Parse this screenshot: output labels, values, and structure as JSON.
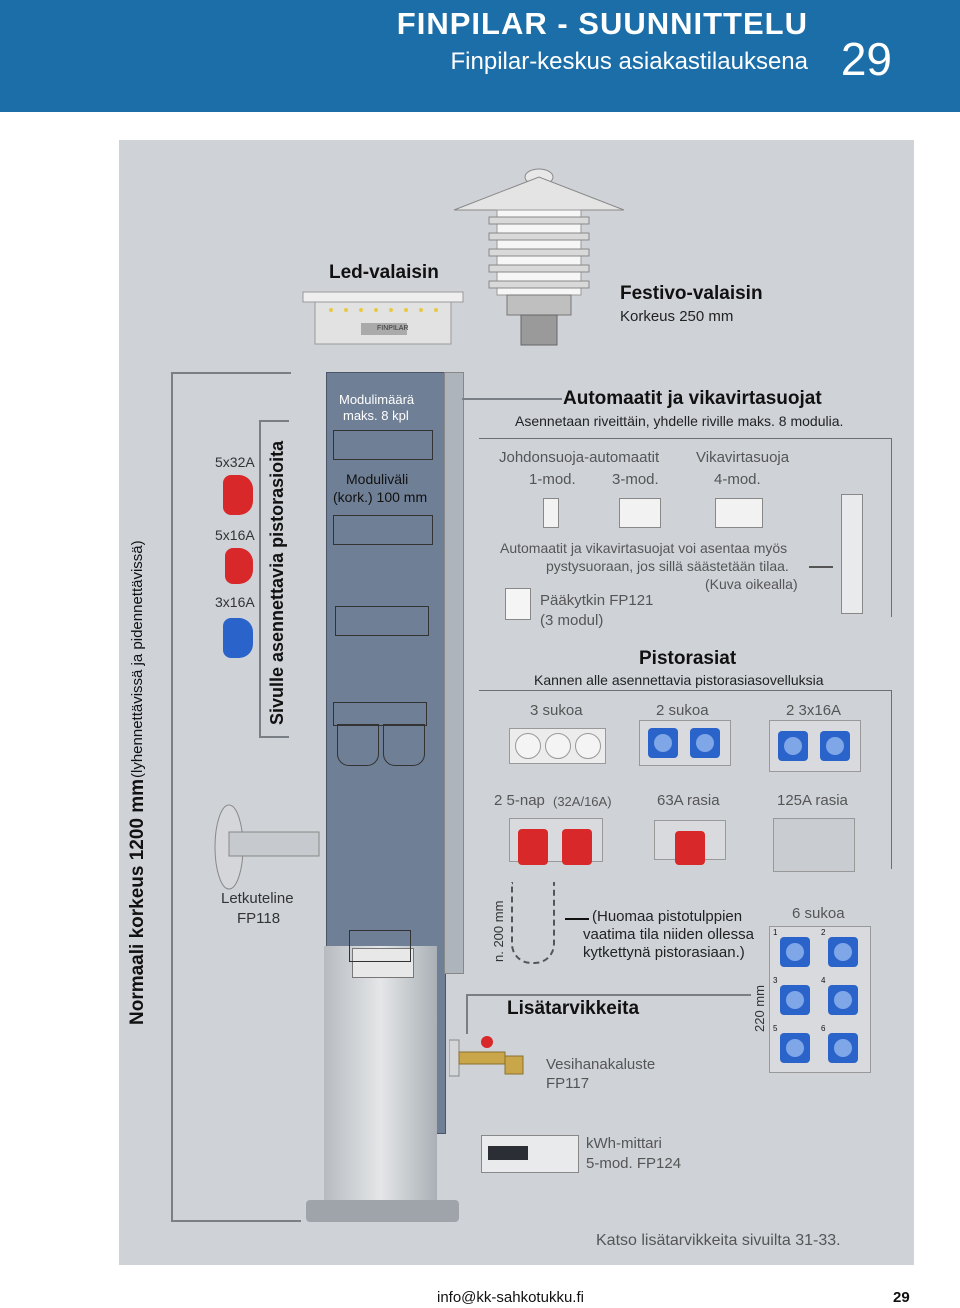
{
  "header": {
    "title": "FINPILAR - SUUNNITTELU",
    "subtitle": "Finpilar-keskus asiakastilauksena",
    "page_number": "29"
  },
  "lamps": {
    "led": "Led-valaisin",
    "festivo": "Festivo-valaisin",
    "festivo_height": "Korkeus 250 mm",
    "led_brand": "FINPILAR"
  },
  "height_label": {
    "main": "Normaali korkeus 1200 mm",
    "note": "(lyhennettävissä ja pidennettävissä)"
  },
  "side_sockets": {
    "heading": "Sivulle asennettavia pistorasioita",
    "items": [
      "5x32A",
      "5x16A",
      "3x16A"
    ]
  },
  "hose": {
    "name": "Letkuteline",
    "code": "FP118"
  },
  "pillar": {
    "modules_count": "Modulimäärä",
    "modules_max": "maks. 8 kpl",
    "module_gap": "Moduliväli",
    "module_gap_value": "(kork.) 100 mm"
  },
  "breakers": {
    "title": "Automaatit ja vikavirtasuojat",
    "subtitle": "Asennetaan riveittäin, yhdelle riville maks. 8 modulia.",
    "mcb_label": "Johdonsuoja-automaatit",
    "mcb_1": "1-mod.",
    "mcb_3": "3-mod.",
    "rcd_label": "Vikavirtasuoja",
    "rcd_4": "4-mod.",
    "vertical_note_1": "Automaatit ja vikavirtasuojat voi asentaa myös",
    "vertical_note_2": "pystysuoraan, jos sillä säästetään tilaa.",
    "vertical_note_3": "(Kuva oikealla)",
    "main_switch": "Pääkytkin FP121",
    "main_switch_mod": "(3 modul)"
  },
  "sockets": {
    "title": "Pistorasiat",
    "subtitle": "Kannen alle asennettavia pistorasiasovelluksia",
    "items_row1": [
      "3 sukoa",
      "2 sukoa",
      "2 3x16A"
    ],
    "item_5nap": "2 5-nap",
    "item_5nap_spec": "(32A/16A)",
    "item_63a": "63A rasia",
    "item_125a": "125A rasia",
    "height_200": "n. 200 mm",
    "note_1": "(Huomaa pistotulppien",
    "note_2": "vaatima tila niiden ollessa",
    "note_3": "kytkettynä pistorasiaan.)",
    "six_label": "6 sukoa",
    "height_220": "220 mm",
    "six_numbers": [
      "1",
      "2",
      "3",
      "4",
      "5",
      "6"
    ]
  },
  "accessories": {
    "title": "Lisätarvikkeita",
    "tap": "Vesihanakaluste",
    "tap_code": "FP117",
    "meter": "kWh-mittari",
    "meter_code": "5-mod. FP124",
    "see_more": "Katso lisätarvikkeita sivuilta 31-33."
  },
  "footer": {
    "email": "info@kk-sahkotukku.fi",
    "page": "29"
  }
}
